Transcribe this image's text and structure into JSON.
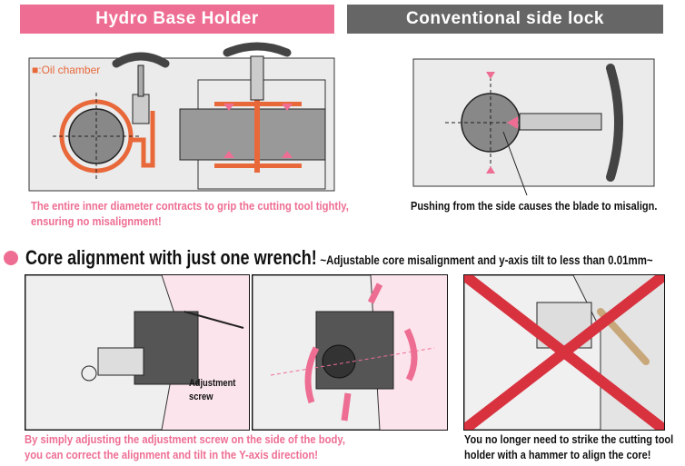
{
  "headers": {
    "hydro": "Hydro Base Holder",
    "conventional": "Conventional side lock"
  },
  "legend": {
    "marker": "■",
    "label": ":Oil chamber"
  },
  "captions": {
    "hydro_line1": "The entire inner diameter contracts to grip the cutting tool tightly,",
    "hydro_line2": "ensuring no misalignment!",
    "conventional": "Pushing from the side causes the blade to misalign."
  },
  "section": {
    "title": "Core alignment with just one wrench!",
    "subtitle": "~Adjustable core misalignment and y-axis tilt to less than 0.01mm~"
  },
  "bottom": {
    "callout_line1": "Adjustment",
    "callout_line2": "screw",
    "left_caption_line1": "By simply adjusting the adjustment screw on the side of the body,",
    "left_caption_line2": "you can correct the alignment and tilt in the Y-axis direction!",
    "right_caption_line1": "You no longer need to strike the cutting tool",
    "right_caption_line2": "holder with a hammer to align the core!"
  },
  "colors": {
    "pink": "#ee6e93",
    "gray_header": "#666666",
    "orange": "#e8683a",
    "red_x": "#d8323f",
    "panel_pink": "#fce4ec"
  }
}
